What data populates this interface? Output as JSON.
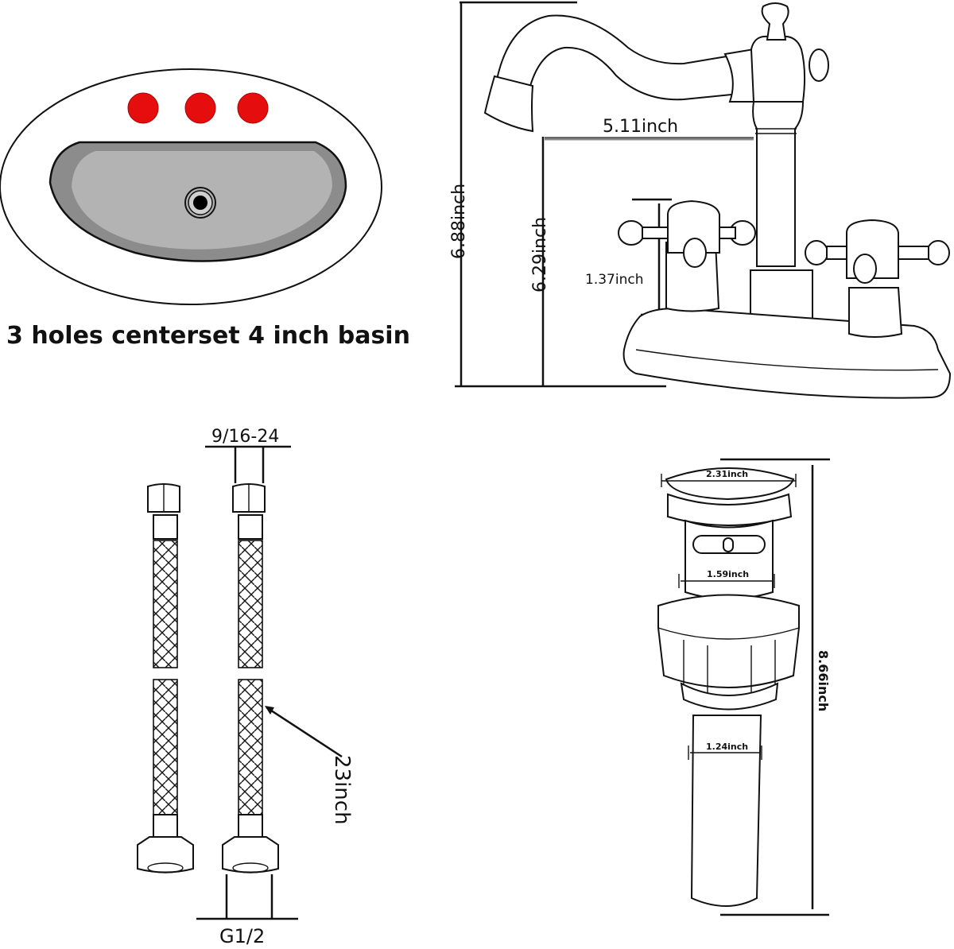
{
  "basin": {
    "caption": "3 holes centerset 4 inch basin",
    "hole_count": 3,
    "hole_color": "#e50d0d",
    "bowl_outer_color": "#8c8c8c",
    "bowl_inner_color": "#b3b3b3"
  },
  "faucet": {
    "overall_height": "6.88inch",
    "spout_height": "6.29inch",
    "spout_reach": "5.11inch",
    "handle_height": "1.37inch"
  },
  "hoses": {
    "top_thread": "9/16-24",
    "length": "23inch",
    "bottom_thread": "G1/2"
  },
  "drain": {
    "cap_diameter": "2.31inch",
    "body_diameter": "1.59inch",
    "tail_diameter": "1.24inch",
    "overall_height": "8.66inch"
  }
}
